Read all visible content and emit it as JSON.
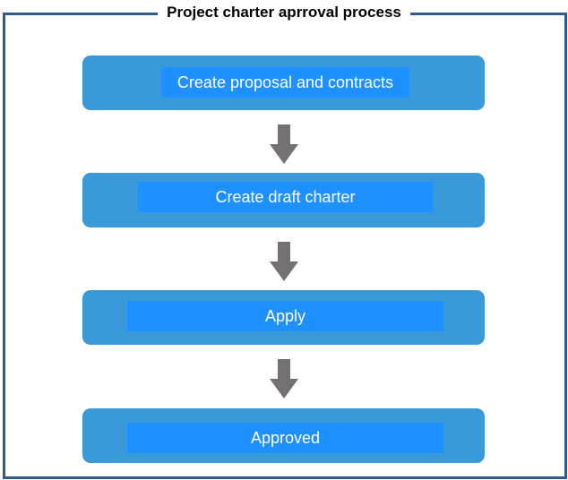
{
  "diagram": {
    "title": "Project charter aprroval process",
    "steps": [
      {
        "label": "Create proposal and contracts"
      },
      {
        "label": "Create draft charter"
      },
      {
        "label": "Apply"
      },
      {
        "label": "Approved"
      }
    ],
    "colors": {
      "frame_border": "#2e5a8c",
      "step_box": "#3a9ad9",
      "step_label_bg": "#1e90ff",
      "arrow": "#757071"
    }
  }
}
